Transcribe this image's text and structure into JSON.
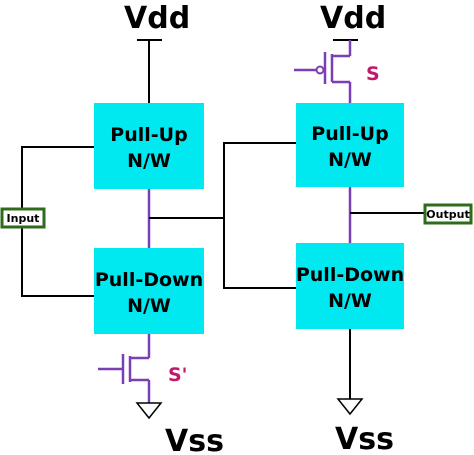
{
  "colors": {
    "block_fill": "#00e8f0",
    "transistor_wire": "#7b3fb5",
    "sleep_label": "#c0186a",
    "io_border": "#2e6b1a"
  },
  "left_stage": {
    "supply": "Vdd",
    "ground": "Vss",
    "pull_up": [
      "Pull-Up",
      "N/W"
    ],
    "pull_down": [
      "Pull-Down",
      "N/W"
    ],
    "sleep_transistor": "S'",
    "input": "Input"
  },
  "right_stage": {
    "supply": "Vdd",
    "ground": "Vss",
    "pull_up": [
      "Pull-Up",
      "N/W"
    ],
    "pull_down": [
      "Pull-Down",
      "N/W"
    ],
    "sleep_transistor": "S",
    "output": "Output"
  }
}
